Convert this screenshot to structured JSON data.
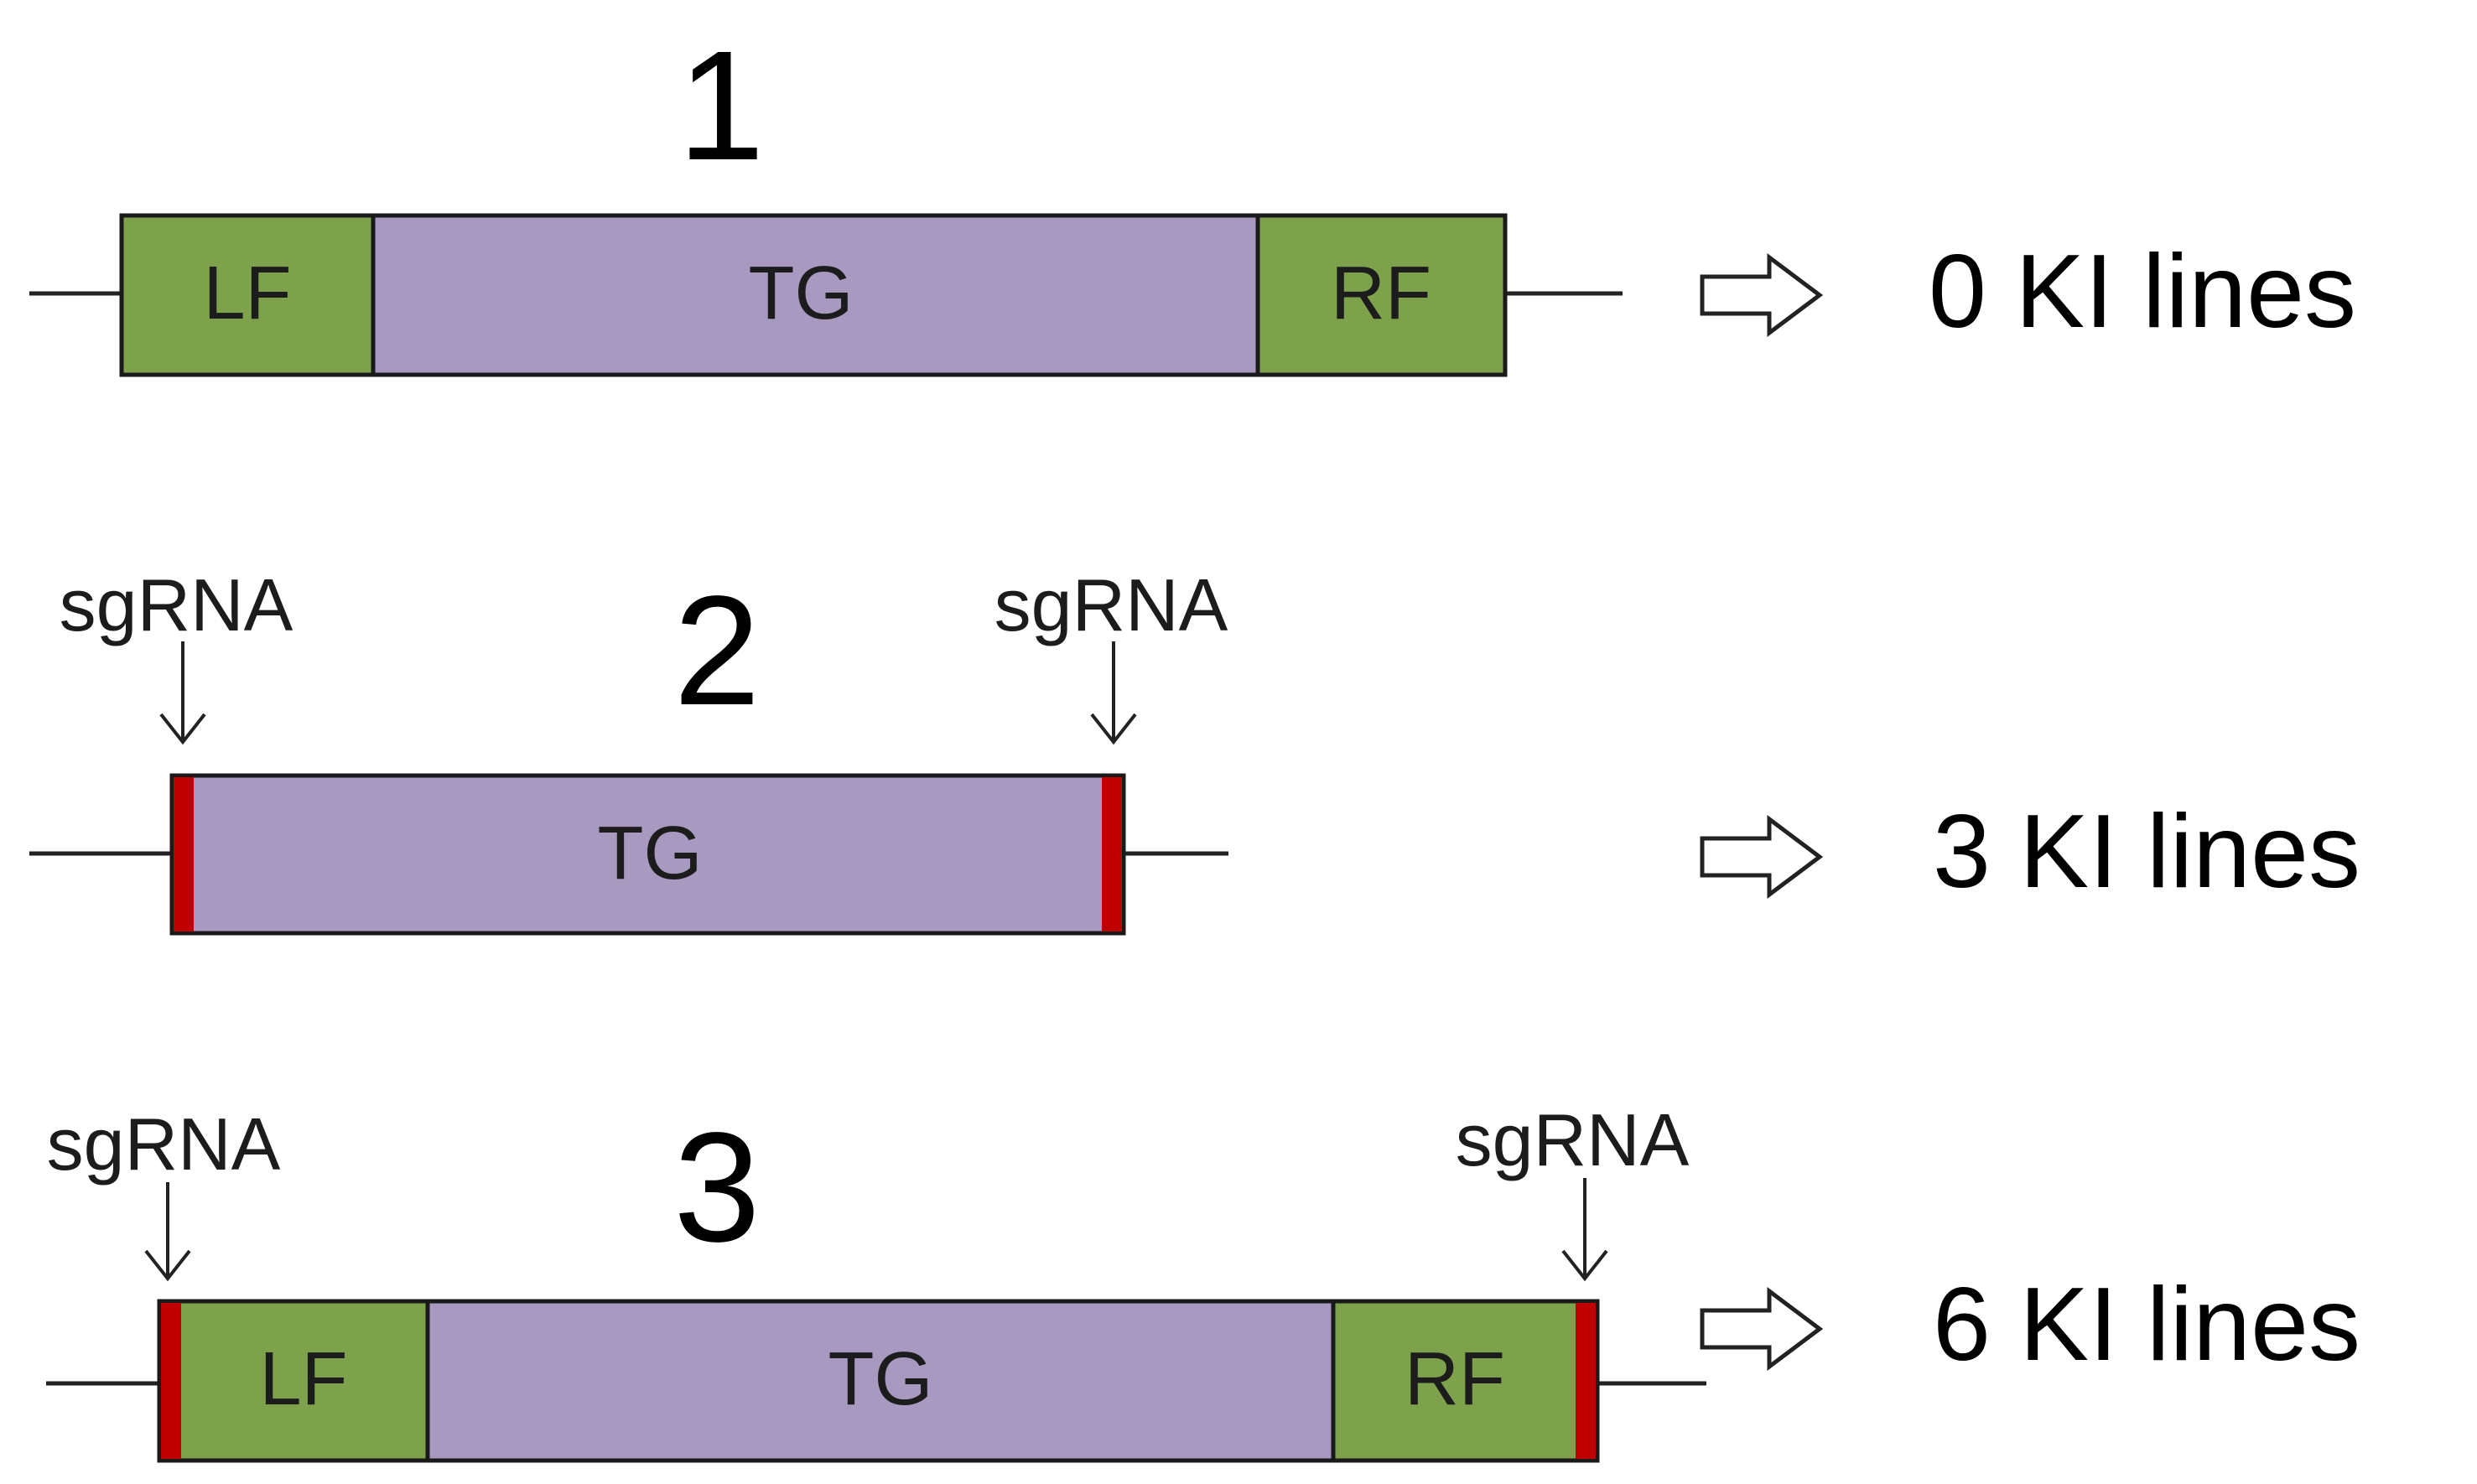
{
  "colors": {
    "flank": "#7ea24c",
    "transgene": "#a899c0",
    "sgrna_site": "#c00000"
  },
  "constructs": [
    {
      "number": "1",
      "segments": [
        "LF",
        "TG",
        "RF"
      ],
      "sgrna_left": "",
      "sgrna_right": "",
      "result": "0 KI lines"
    },
    {
      "number": "2",
      "segments": [
        "TG"
      ],
      "sgrna_left": "sgRNA",
      "sgrna_right": "sgRNA",
      "result": "3 KI lines"
    },
    {
      "number": "3",
      "segments": [
        "LF",
        "TG",
        "RF"
      ],
      "sgrna_left": "sgRNA",
      "sgrna_right": "sgRNA",
      "result": "6 KI lines"
    }
  ]
}
